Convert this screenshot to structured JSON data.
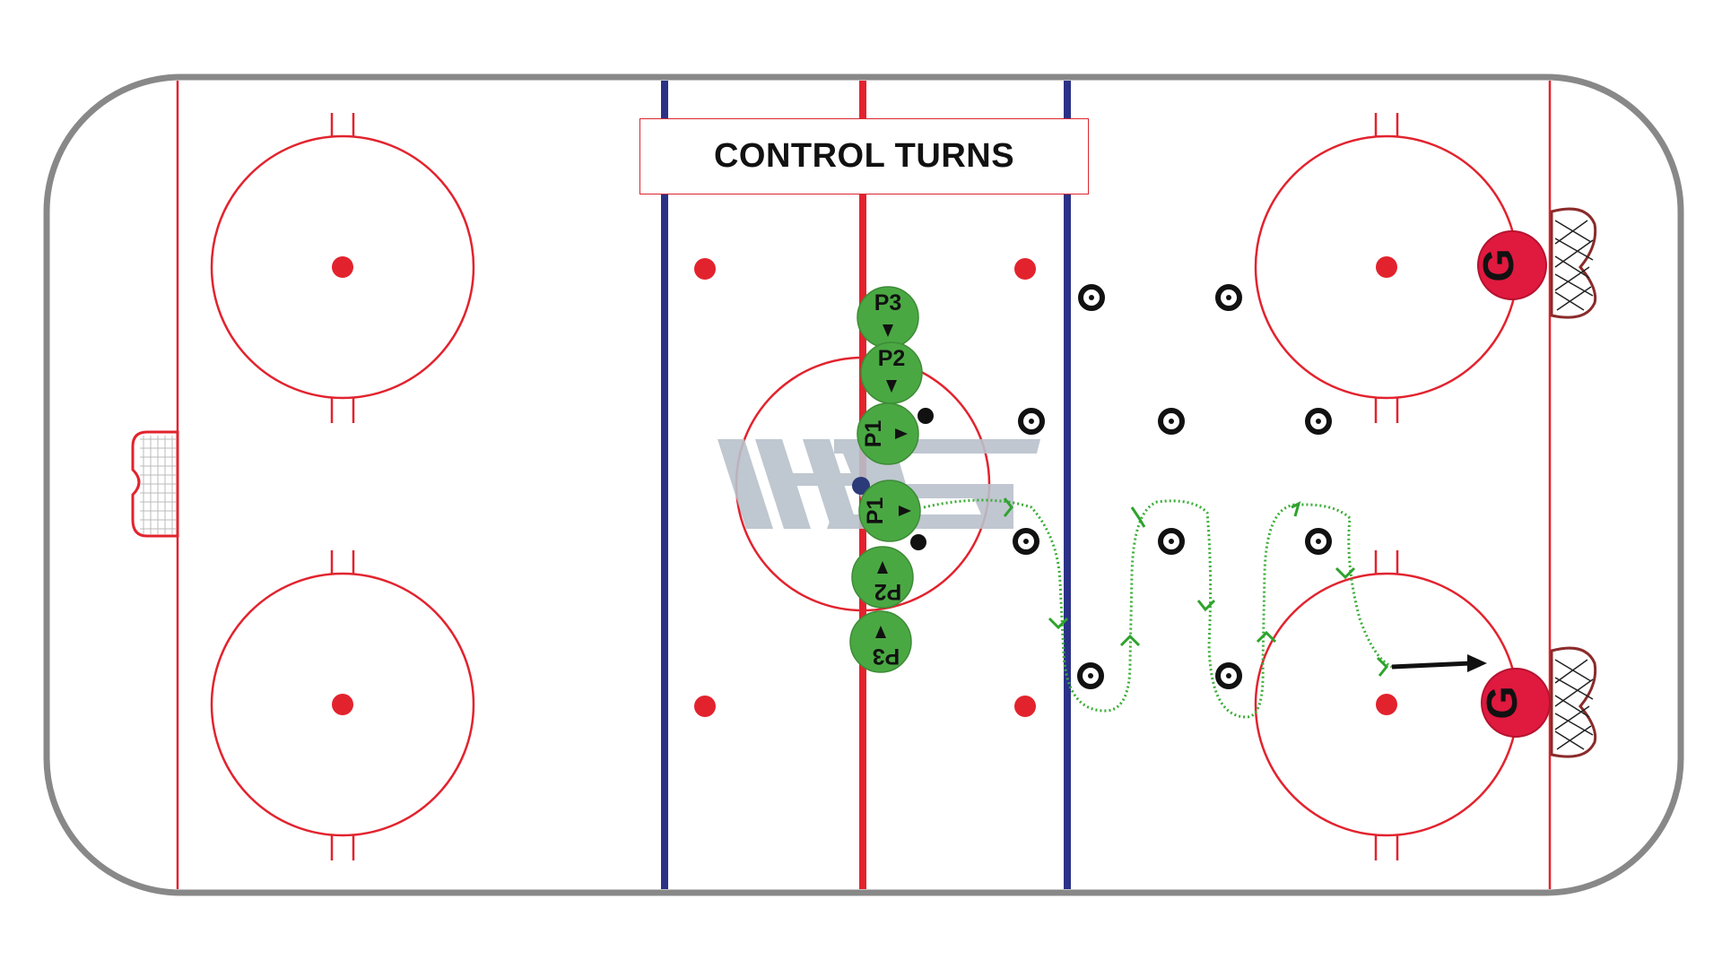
{
  "diagram": {
    "title": "CONTROL TURNS",
    "watermark": "IHS",
    "colors": {
      "board": "#888888",
      "red_line": "#e2232e",
      "blue_line": "#2b3187",
      "faceoff_dot": "#e2232e",
      "player_fill": "#4aa843",
      "path": "#3cae38",
      "goalie_fill": "#e0193f",
      "watermark": "#b9c1cc",
      "puck": "#2b3a78"
    },
    "players": [
      {
        "label": "P3",
        "group": "top"
      },
      {
        "label": "P2",
        "group": "top"
      },
      {
        "label": "P1",
        "group": "top"
      },
      {
        "label": "P1",
        "group": "bottom"
      },
      {
        "label": "P2",
        "group": "bottom"
      },
      {
        "label": "P3",
        "group": "bottom"
      }
    ],
    "goalies": [
      {
        "label": "G",
        "position": "upper"
      },
      {
        "label": "G",
        "position": "lower"
      }
    ],
    "icons": [
      "cone-icon",
      "puck-icon",
      "net-icon",
      "direction-arrow-icon"
    ]
  }
}
